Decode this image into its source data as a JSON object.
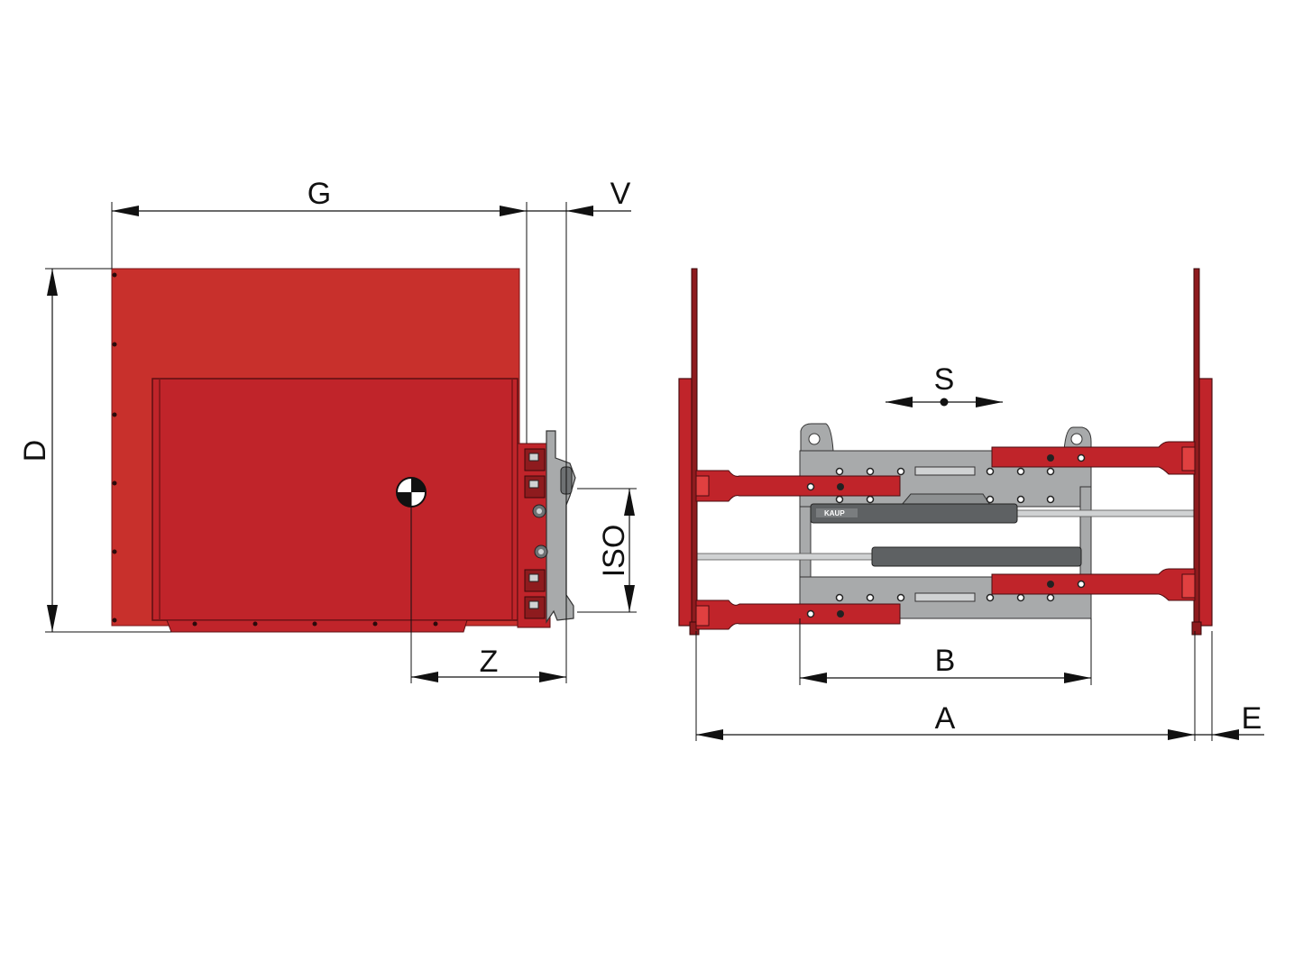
{
  "colors": {
    "clamp_red": "#c0262b",
    "clamp_red_light": "#c8302c",
    "clamp_red_dark": "#8e1b1e",
    "frame_gray": "#a8aaab",
    "frame_gray_dark": "#6e7173",
    "cylinder_gray": "#5e6163",
    "rod_gray": "#d0d2d3",
    "line_color": "#111111"
  },
  "dimensions": {
    "G": "G",
    "V": "V",
    "D": "D",
    "ISO": "ISO",
    "Z": "Z",
    "S": "S",
    "B": "B",
    "A": "A",
    "E": "E"
  },
  "logo": {
    "brand": "KAUP"
  },
  "icons": {
    "center_of_gravity": "center-of-gravity-icon",
    "arrow": "arrowhead-icon"
  }
}
